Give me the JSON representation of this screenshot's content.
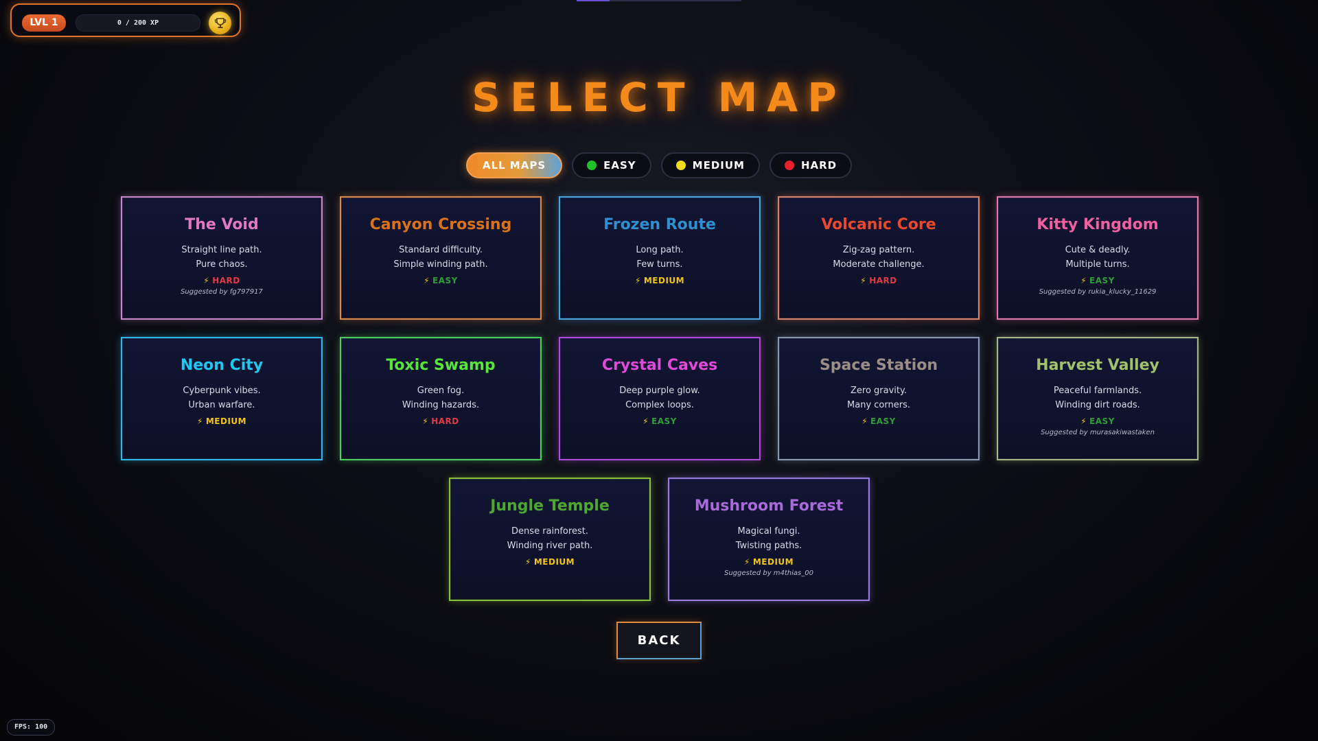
{
  "hud": {
    "level_label": "LVL 1",
    "xp_text": "0 / 200 XP",
    "trophy_icon": "trophy-icon"
  },
  "title": "SELECT MAP",
  "filters": [
    {
      "label": "ALL MAPS",
      "dot_color": null,
      "active": true
    },
    {
      "label": "EASY",
      "dot_color": "#22c02a",
      "active": false
    },
    {
      "label": "MEDIUM",
      "dot_color": "#f0dc1a",
      "active": false
    },
    {
      "label": "HARD",
      "dot_color": "#e8202c",
      "active": false
    }
  ],
  "maps": [
    {
      "name": "The Void",
      "line1": "Straight line path.",
      "line2": "Pure chaos.",
      "difficulty": "HARD",
      "suggested": "Suggested by fg797917",
      "title_color": "#e07ac0",
      "border_color": "#c887c8",
      "diff_color": "#e23a44"
    },
    {
      "name": "Canyon Crossing",
      "line1": "Standard difficulty.",
      "line2": "Simple winding path.",
      "difficulty": "EASY",
      "suggested": "",
      "title_color": "#d9731a",
      "border_color": "#d98a4a",
      "diff_color": "#2e9e3a"
    },
    {
      "name": "Frozen Route",
      "line1": "Long path.",
      "line2": "Few turns.",
      "difficulty": "MEDIUM",
      "suggested": "",
      "title_color": "#2f8fd0",
      "border_color": "#4aa6e0",
      "diff_color": "#f0c418"
    },
    {
      "name": "Volcanic Core",
      "line1": "Zig-zag pattern.",
      "line2": "Moderate challenge.",
      "difficulty": "HARD",
      "suggested": "",
      "title_color": "#e8492e",
      "border_color": "#d9846a",
      "diff_color": "#e23a44"
    },
    {
      "name": "Kitty Kingdom",
      "line1": "Cute & deadly.",
      "line2": "Multiple turns.",
      "difficulty": "EASY",
      "suggested": "Suggested by rukia_klucky_11629",
      "title_color": "#f060a0",
      "border_color": "#e07aaa",
      "diff_color": "#2e9e3a"
    },
    {
      "name": "Neon City",
      "line1": "Cyberpunk vibes.",
      "line2": "Urban warfare.",
      "difficulty": "MEDIUM",
      "suggested": "",
      "title_color": "#1ec8f0",
      "border_color": "#32b8e8",
      "diff_color": "#f0c418"
    },
    {
      "name": "Toxic Swamp",
      "line1": "Green fog.",
      "line2": "Winding hazards.",
      "difficulty": "HARD",
      "suggested": "",
      "title_color": "#58e63a",
      "border_color": "#4ad060",
      "diff_color": "#e23a44"
    },
    {
      "name": "Crystal Caves",
      "line1": "Deep purple glow.",
      "line2": "Complex loops.",
      "difficulty": "EASY",
      "suggested": "",
      "title_color": "#e04ad8",
      "border_color": "#b04ad8",
      "diff_color": "#2e9e3a"
    },
    {
      "name": "Space Station",
      "line1": "Zero gravity.",
      "line2": "Many corners.",
      "difficulty": "EASY",
      "suggested": "",
      "title_color": "#9a8e86",
      "border_color": "#8a9ab0",
      "diff_color": "#2e9e3a"
    },
    {
      "name": "Harvest Valley",
      "line1": "Peaceful farmlands.",
      "line2": "Winding dirt roads.",
      "difficulty": "EASY",
      "suggested": "Suggested by murasakiwastaken",
      "title_color": "#9fc26a",
      "border_color": "#a6b88a",
      "diff_color": "#2e9e3a"
    },
    {
      "name": "Jungle Temple",
      "line1": "Dense rainforest.",
      "line2": "Winding river path.",
      "difficulty": "MEDIUM",
      "suggested": "",
      "title_color": "#4ca82e",
      "border_color": "#8ac23a",
      "diff_color": "#f0c418"
    },
    {
      "name": "Mushroom Forest",
      "line1": "Magical fungi.",
      "line2": "Twisting paths.",
      "difficulty": "MEDIUM",
      "suggested": "Suggested by m4thias_00",
      "title_color": "#a86ad8",
      "border_color": "#9a7ae0",
      "diff_color": "#f0c418"
    }
  ],
  "back_label": "BACK",
  "fps_text": "FPS: 100"
}
